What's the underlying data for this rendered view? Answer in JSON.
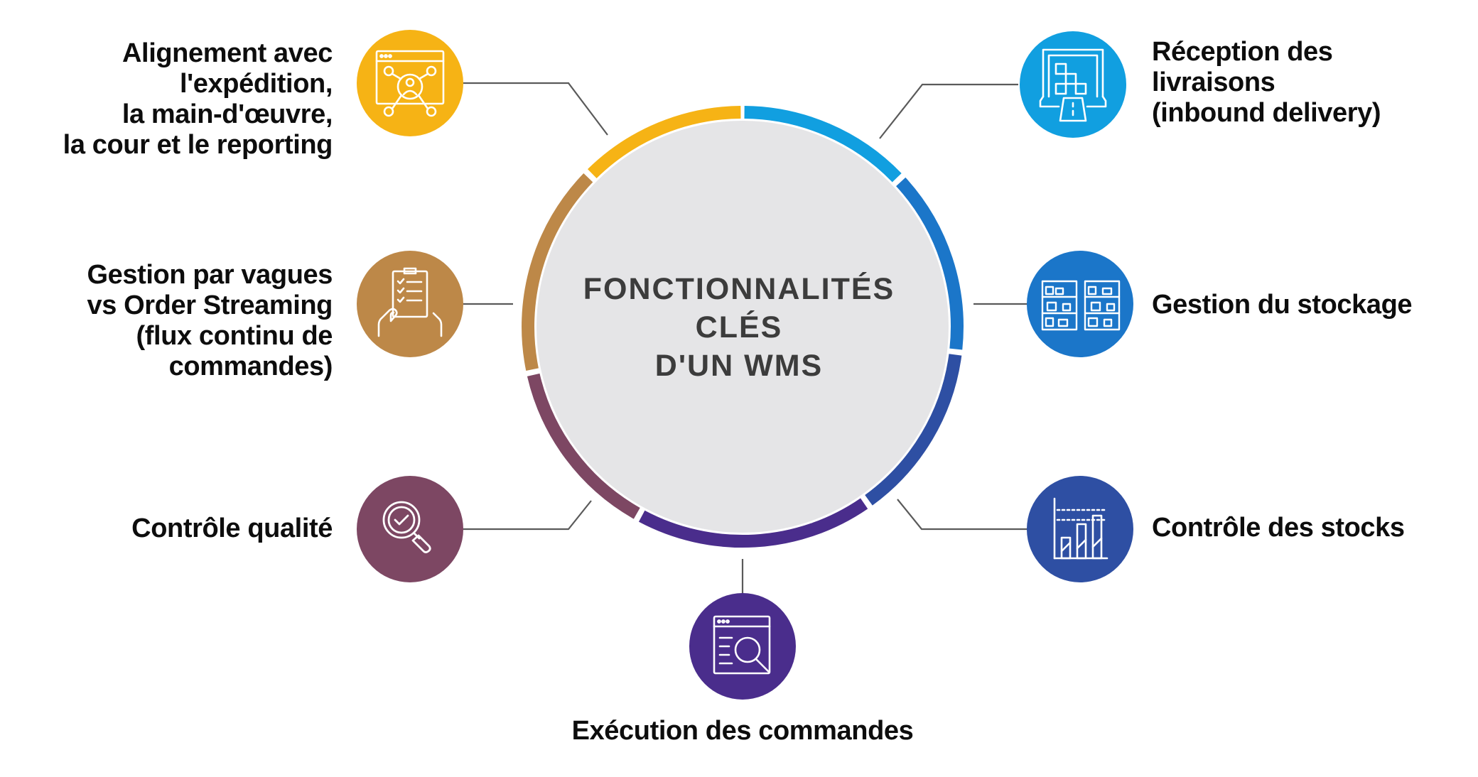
{
  "center_title": [
    "FONCTIONNALITÉS",
    "CLÉS",
    "D'UN WMS"
  ],
  "colors": {
    "center_fill": "#e5e5e7",
    "yellow": "#f6b315",
    "brown": "#bd8848",
    "plum": "#7d4763",
    "purple": "#4a2d8c",
    "indigo": "#2e4fa3",
    "blue": "#1b76c9",
    "cyan": "#119fe0",
    "connector": "#5a5a5a"
  },
  "features": [
    {
      "id": "alignement",
      "lines": [
        "Alignement avec",
        "l'expédition,",
        "la main-d'œuvre,",
        "la cour et le reporting"
      ],
      "icon": "network-people-window-icon",
      "color": "#f6b315"
    },
    {
      "id": "gestion-vagues",
      "lines": [
        "Gestion par vagues",
        "vs Order Streaming",
        "(flux continu de",
        "commandes)"
      ],
      "icon": "checklist-hands-icon",
      "color": "#bd8848"
    },
    {
      "id": "controle-qualite",
      "lines": [
        "Contrôle qualité"
      ],
      "icon": "magnifier-check-icon",
      "color": "#7d4763"
    },
    {
      "id": "execution-commandes",
      "lines": [
        "Exécution des commandes"
      ],
      "icon": "document-search-icon",
      "color": "#4a2d8c"
    },
    {
      "id": "controle-stocks",
      "lines": [
        "Contrôle des stocks"
      ],
      "icon": "bar-chart-icon",
      "color": "#2e4fa3"
    },
    {
      "id": "gestion-stockage",
      "lines": [
        "Gestion du stockage"
      ],
      "icon": "storage-shelves-icon",
      "color": "#1b76c9"
    },
    {
      "id": "reception-livraisons",
      "lines": [
        "Réception des",
        "livraisons",
        "(inbound delivery)"
      ],
      "icon": "loading-dock-icon",
      "color": "#119fe0"
    }
  ]
}
